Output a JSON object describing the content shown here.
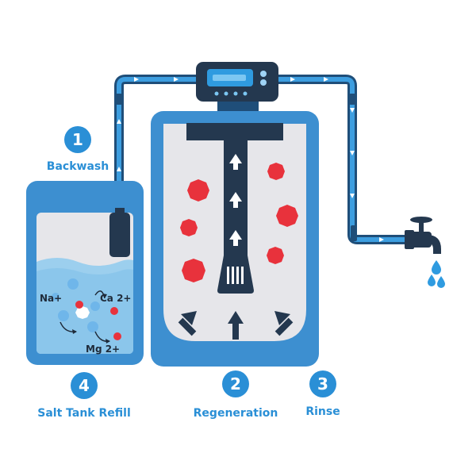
{
  "steps": [
    {
      "number": "1",
      "label": "Backwash"
    },
    {
      "number": "2",
      "label": "Regeneration"
    },
    {
      "number": "3",
      "label": "Rinse"
    },
    {
      "number": "4",
      "label": "Salt Tank Refill"
    }
  ],
  "ions": {
    "sodium": "Na+",
    "calcium": "Ca 2+",
    "magnesium": "Mg 2+"
  },
  "colors": {
    "accent": "#2a8fd6",
    "tank": "#3d8fd0",
    "pipe": "#1f4e79",
    "dark": "#1f2b3a",
    "resin": "#e8323c",
    "interior": "#e6e6ea",
    "water": "#9ccfee"
  },
  "icons": [
    "control-valve-icon",
    "faucet-icon",
    "water-drop-icon",
    "flow-arrow-icon",
    "resin-bead-icon",
    "ion-molecule-icon"
  ]
}
